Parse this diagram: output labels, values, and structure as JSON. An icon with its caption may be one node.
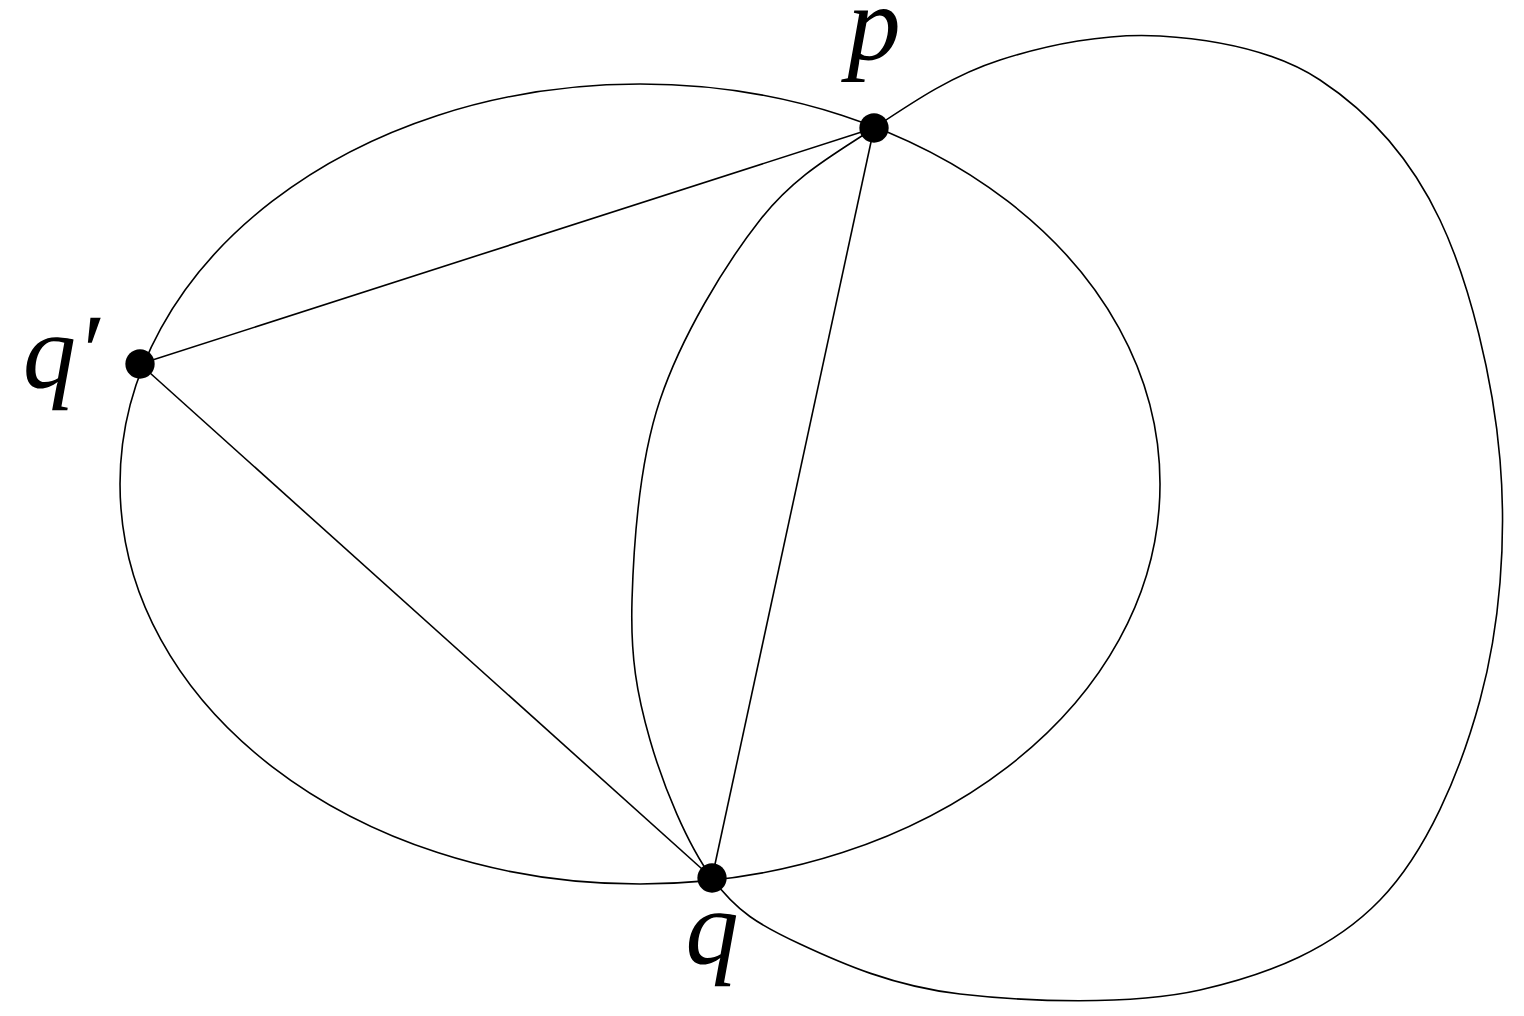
{
  "diagram": {
    "nodes": [
      {
        "text": [
          "p"
        ]
      },
      {
        "text": [
          "q′"
        ]
      },
      {
        "text": [
          "q"
        ]
      }
    ],
    "edges": [
      {
        "from": 1,
        "to": 0,
        "arrow": "none"
      },
      {
        "from": 1,
        "to": 2,
        "arrow": "none"
      },
      {
        "from": 2,
        "to": 0,
        "arrow": "none"
      }
    ]
  }
}
